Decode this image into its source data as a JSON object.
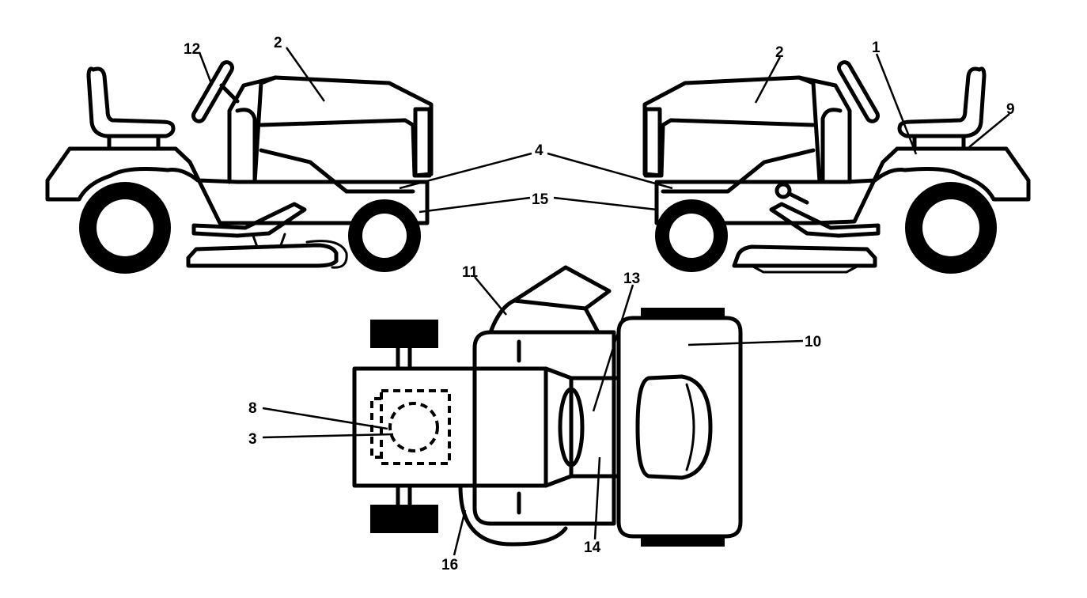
{
  "callouts": {
    "c12": "12",
    "c2_left": "2",
    "c2_right": "2",
    "c1": "1",
    "c9": "9",
    "c4": "4",
    "c15": "15",
    "c11": "11",
    "c13": "13",
    "c10": "10",
    "c8": "8",
    "c3": "3",
    "c14": "14",
    "c16": "16"
  },
  "colors": {
    "line": "#000000",
    "background": "#ffffff"
  }
}
